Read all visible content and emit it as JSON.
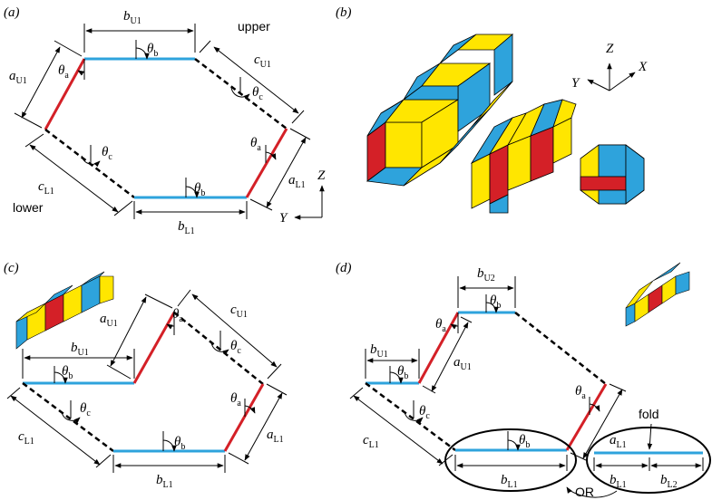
{
  "panels": {
    "a": "(a)",
    "b": "(b)",
    "c": "(c)",
    "d": "(d)"
  },
  "words": {
    "upper": "upper",
    "lower": "lower",
    "fold": "fold",
    "or": "OR"
  },
  "axes": {
    "Z": "Z",
    "Y": "Y",
    "X": "X"
  },
  "symbols": {
    "a": "a",
    "b": "b",
    "c": "c",
    "theta": "θ",
    "sub_a": "a",
    "sub_b": "b",
    "sub_c": "c",
    "U1": "U1",
    "L1": "L1",
    "U2": "U2",
    "L2": "L2"
  },
  "colors": {
    "blue_edge": "#2ea3dc",
    "red_edge": "#d42027",
    "face_yellow": "#ffe600",
    "face_blue": "#2ea3dc",
    "face_red": "#d42027"
  }
}
